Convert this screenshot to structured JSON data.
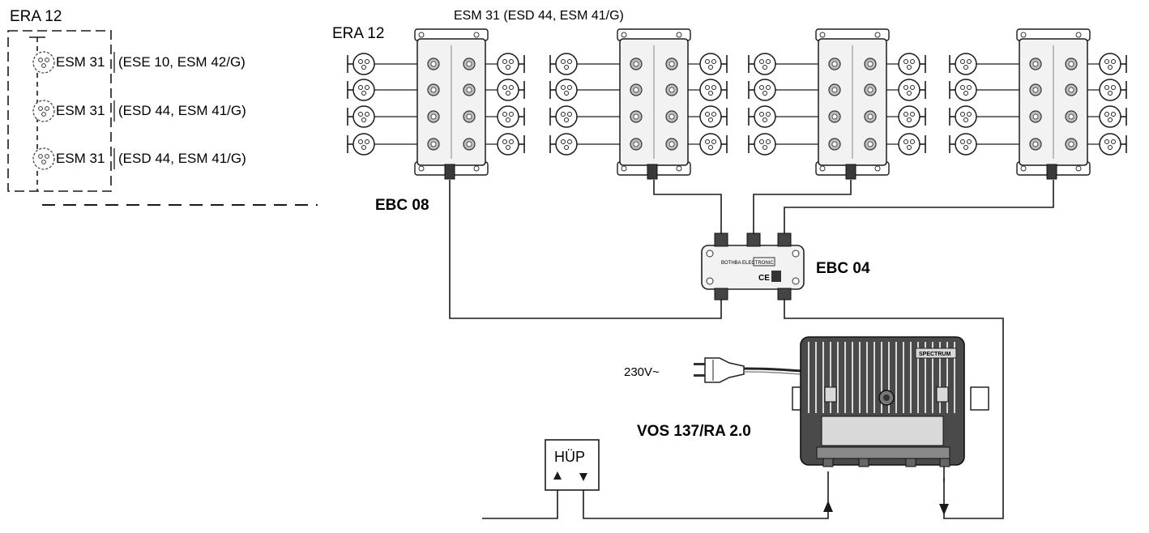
{
  "legend": {
    "title": "ERA 12",
    "rows": [
      {
        "model": "ESM 31",
        "variants": "(ESE 10, ESM 42/G)"
      },
      {
        "model": "ESM 31",
        "variants": "(ESD 44, ESM 41/G)"
      },
      {
        "model": "ESM 31",
        "variants": "(ESD 44, ESM 41/G)"
      }
    ]
  },
  "labels": {
    "top_model": "ESM 31 (ESD 44, ESM 41/G)",
    "era": "ERA 12",
    "distributor": "EBC 08",
    "splitter": "EBC 04",
    "amplifier": "VOS 137/RA 2.0",
    "power": "230V~",
    "filter": "HÜP"
  },
  "devices": {
    "splitter_text": [
      "BOTHBA ELECTRONIC",
      "CE"
    ],
    "amplifier_brand": "SPECTRUM"
  },
  "colors": {
    "line": "#1a1a1a",
    "device_body": "#f2f2f2",
    "device_dark": "#3a3a3a",
    "amp_body": "#4a4a4a",
    "amp_light": "#d9d9d9"
  }
}
